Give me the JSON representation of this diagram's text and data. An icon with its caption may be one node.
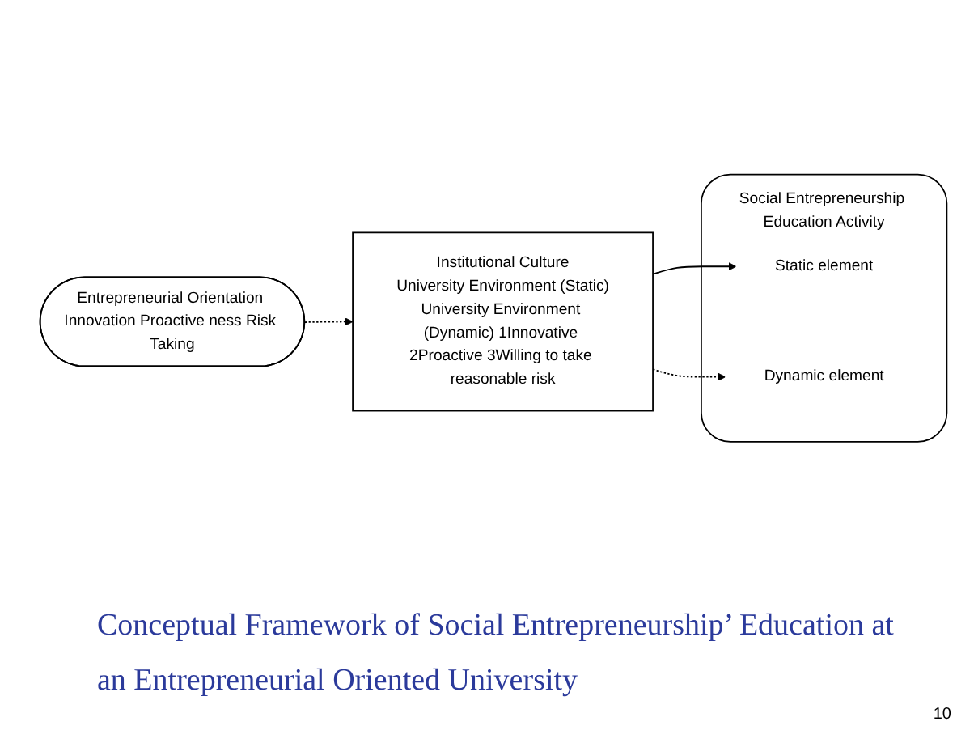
{
  "diagram": {
    "caption": "Conceptual Framework of Social Entrepreneurship’ Education at an Entrepreneurial Oriented University",
    "nodes": [
      {
        "text": [
          "Institutional Culture",
          "University Environment (Static)",
          "University Environment (Dynamic) 1Innovative 2Proactive 3Willing to take reasonable risk"
        ]
      },
      {
        "text": [
          "Social Entrepreneurship Education Activity"
        ]
      },
      {
        "text": [
          "Static element"
        ],
        "in": 1
      },
      {
        "text": [
          "Dynamic element"
        ],
        "in": 1
      },
      {
        "text": [
          "Entrepreneurial Orientation Innovation Proactive ness Risk Taking"
        ]
      }
    ],
    "edges": [
      {
        "from": 0,
        "to": 2,
        "arrow": "to"
      },
      {
        "from": 0,
        "to": 3,
        "arrow": "to",
        "style": "dashed"
      },
      {
        "from": 4,
        "to": 0,
        "arrow": "to",
        "style": "dashed"
      }
    ],
    "labels": [
      "10"
    ]
  }
}
